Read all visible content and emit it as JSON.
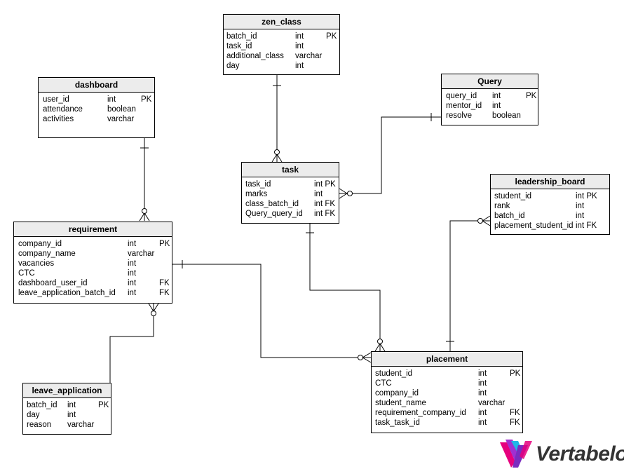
{
  "entities": {
    "zen_class": {
      "title": "zen_class",
      "rows": [
        {
          "name": "batch_id",
          "type": "int",
          "key": "PK"
        },
        {
          "name": "task_id",
          "type": "int",
          "key": ""
        },
        {
          "name": "additional_class",
          "type": "varchar",
          "key": ""
        },
        {
          "name": "day",
          "type": "int",
          "key": ""
        }
      ]
    },
    "dashboard": {
      "title": "dashboard",
      "rows": [
        {
          "name": "user_id",
          "type": "int",
          "key": "PK"
        },
        {
          "name": "attendance",
          "type": "boolean",
          "key": ""
        },
        {
          "name": "activities",
          "type": "varchar",
          "key": ""
        }
      ]
    },
    "query": {
      "title": "Query",
      "rows": [
        {
          "name": "query_id",
          "type": "int",
          "key": "PK"
        },
        {
          "name": "mentor_id",
          "type": "int",
          "key": ""
        },
        {
          "name": "resolve",
          "type": "boolean",
          "key": ""
        }
      ]
    },
    "task": {
      "title": "task",
      "rows": [
        {
          "name": "task_id",
          "type": "int PK",
          "key": ""
        },
        {
          "name": "marks",
          "type": "int",
          "key": ""
        },
        {
          "name": "class_batch_id",
          "type": "int FK",
          "key": ""
        },
        {
          "name": "Query_query_id",
          "type": "int FK",
          "key": ""
        }
      ]
    },
    "leadership_board": {
      "title": "leadership_board",
      "rows": [
        {
          "name": "student_id",
          "type": "int PK",
          "key": ""
        },
        {
          "name": "rank",
          "type": "int",
          "key": ""
        },
        {
          "name": "batch_id",
          "type": "int",
          "key": ""
        },
        {
          "name": "placement_student_id",
          "type": "int FK",
          "key": ""
        }
      ]
    },
    "requirement": {
      "title": "requirement",
      "rows": [
        {
          "name": "company_id",
          "type": "int",
          "key": "PK"
        },
        {
          "name": "company_name",
          "type": "varchar",
          "key": ""
        },
        {
          "name": "vacancies",
          "type": "int",
          "key": ""
        },
        {
          "name": "CTC",
          "type": "int",
          "key": ""
        },
        {
          "name": "dashboard_user_id",
          "type": "int",
          "key": "FK"
        },
        {
          "name": "leave_application_batch_id",
          "type": "int",
          "key": "FK"
        }
      ]
    },
    "leave_application": {
      "title": "leave_application",
      "rows": [
        {
          "name": "batch_id",
          "type": "int",
          "key": "PK"
        },
        {
          "name": "day",
          "type": "int",
          "key": ""
        },
        {
          "name": "reason",
          "type": "varchar",
          "key": ""
        }
      ]
    },
    "placement": {
      "title": "placement",
      "rows": [
        {
          "name": "student_id",
          "type": "int",
          "key": "PK"
        },
        {
          "name": "CTC",
          "type": "int",
          "key": ""
        },
        {
          "name": "company_id",
          "type": "int",
          "key": ""
        },
        {
          "name": "student_name",
          "type": "varchar",
          "key": ""
        },
        {
          "name": "requirement_company_id",
          "type": "int",
          "key": "FK"
        },
        {
          "name": "task_task_id",
          "type": "int",
          "key": "FK"
        }
      ]
    }
  },
  "relationships": [
    {
      "from": "zen_class",
      "to": "task",
      "from_end": "one",
      "to_end": "zero-or-many"
    },
    {
      "from": "dashboard",
      "to": "requirement",
      "from_end": "one",
      "to_end": "zero-or-many"
    },
    {
      "from": "query",
      "to": "task",
      "from_end": "one",
      "to_end": "zero-or-many"
    },
    {
      "from": "leave_application",
      "to": "requirement",
      "from_end": "one",
      "to_end": "zero-or-many"
    },
    {
      "from": "requirement",
      "to": "placement",
      "from_end": "one",
      "to_end": "zero-or-many"
    },
    {
      "from": "task",
      "to": "placement",
      "from_end": "one",
      "to_end": "zero-or-many"
    },
    {
      "from": "placement",
      "to": "leadership_board",
      "from_end": "one",
      "to_end": "zero-or-many"
    }
  ],
  "brand": {
    "name": "Vertabelo",
    "colors": [
      "#e6007e",
      "#7b2cbf",
      "#1fb6e8",
      "#a12fd1"
    ]
  }
}
